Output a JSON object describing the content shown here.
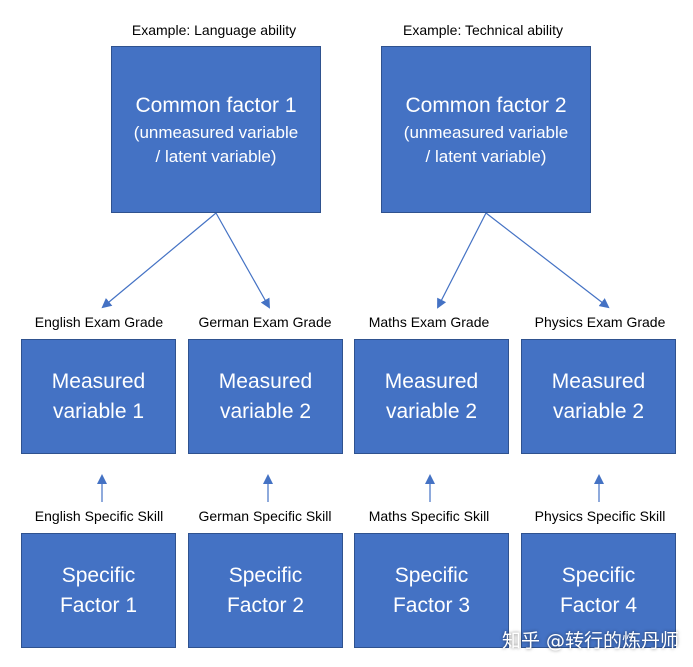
{
  "common_factors": [
    {
      "example": "Example: Language ability",
      "title": "Common factor 1",
      "line2": "(unmeasured variable",
      "line3": "/ latent variable)"
    },
    {
      "example": "Example: Technical ability",
      "title": "Common factor 2",
      "line2": "(unmeasured variable",
      "line3": "/ latent variable)"
    }
  ],
  "measured": [
    {
      "caption": "English Exam Grade",
      "line1": "Measured",
      "line2": "variable 1"
    },
    {
      "caption": "German Exam Grade",
      "line1": "Measured",
      "line2": "variable 2"
    },
    {
      "caption": "Maths Exam Grade",
      "line1": "Measured",
      "line2": "variable 2"
    },
    {
      "caption": "Physics Exam Grade",
      "line1": "Measured",
      "line2": "variable 2"
    }
  ],
  "specific": [
    {
      "caption": "English Specific Skill",
      "line1": "Specific",
      "line2": "Factor 1"
    },
    {
      "caption": "German Specific Skill",
      "line1": "Specific",
      "line2": "Factor 2"
    },
    {
      "caption": "Maths Specific Skill",
      "line1": "Specific",
      "line2": "Factor 3"
    },
    {
      "caption": "Physics Specific Skill",
      "line1": "Specific",
      "line2": "Factor 4"
    }
  ],
  "watermark": "知乎 @转行的炼丹师",
  "colors": {
    "box_fill": "#4472c4",
    "box_border": "#2f528f",
    "arrow": "#4472c4",
    "box_text": "#ffffff"
  }
}
